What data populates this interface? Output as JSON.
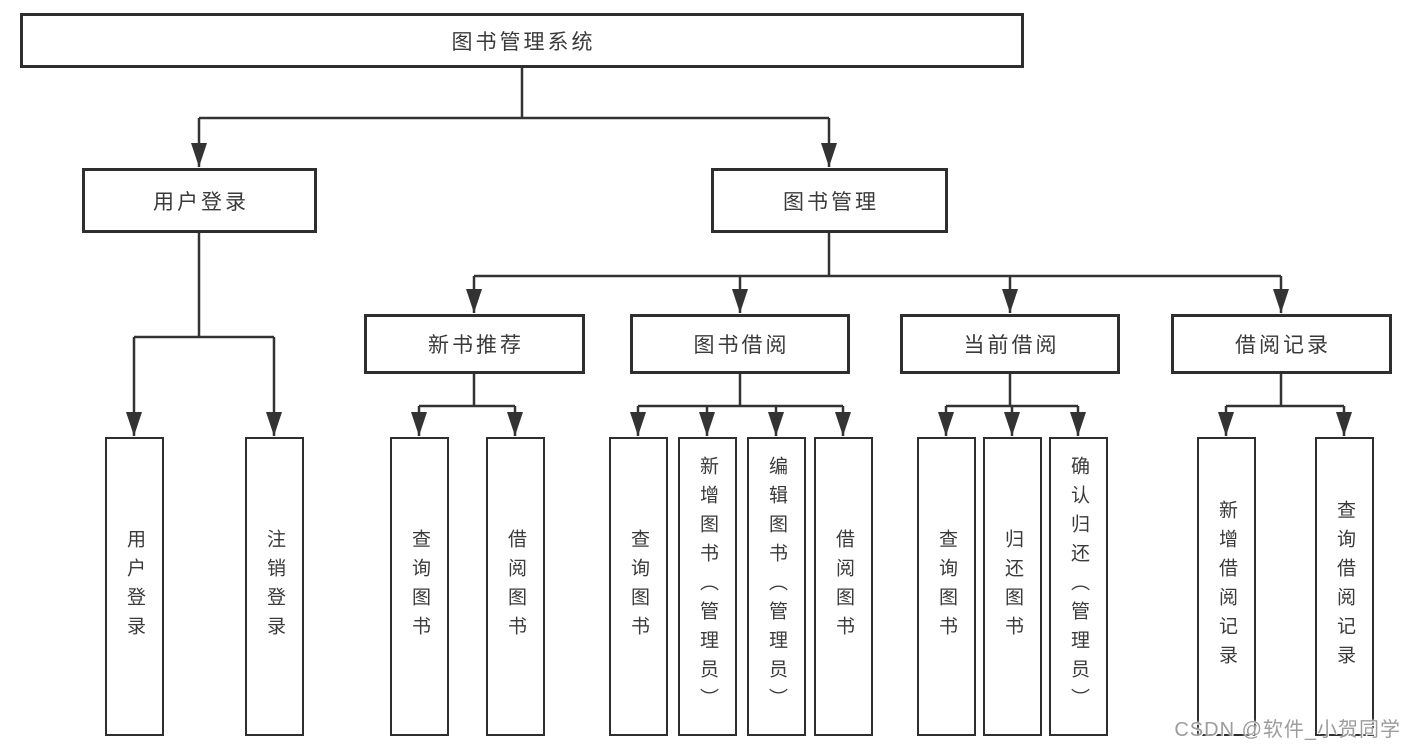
{
  "diagram": {
    "root": {
      "label": "图书管理系统"
    },
    "branches": [
      {
        "label": "用户登录",
        "children": [
          {
            "label": "用户登录"
          },
          {
            "label": "注销登录"
          }
        ]
      },
      {
        "label": "图书管理",
        "children": [
          {
            "label": "新书推荐",
            "children": [
              {
                "label": "查询图书"
              },
              {
                "label": "借阅图书"
              }
            ]
          },
          {
            "label": "图书借阅",
            "children": [
              {
                "label": "查询图书"
              },
              {
                "label": "新增图书（管理员）"
              },
              {
                "label": "编辑图书（管理员）"
              },
              {
                "label": "借阅图书"
              }
            ]
          },
          {
            "label": "当前借阅",
            "children": [
              {
                "label": "查询图书"
              },
              {
                "label": "归还图书"
              },
              {
                "label": "确认归还（管理员）"
              }
            ]
          },
          {
            "label": "借阅记录",
            "children": [
              {
                "label": "新增借阅记录"
              },
              {
                "label": "查询借阅记录"
              }
            ]
          }
        ]
      }
    ]
  },
  "watermark": {
    "text": "CSDN @软件_小贺同学"
  },
  "colors": {
    "line": "#333333",
    "box_border": "#2e2e2e",
    "text": "#3a3a3a",
    "watermark_text": "#9c9c9c",
    "background": "#ffffff"
  }
}
